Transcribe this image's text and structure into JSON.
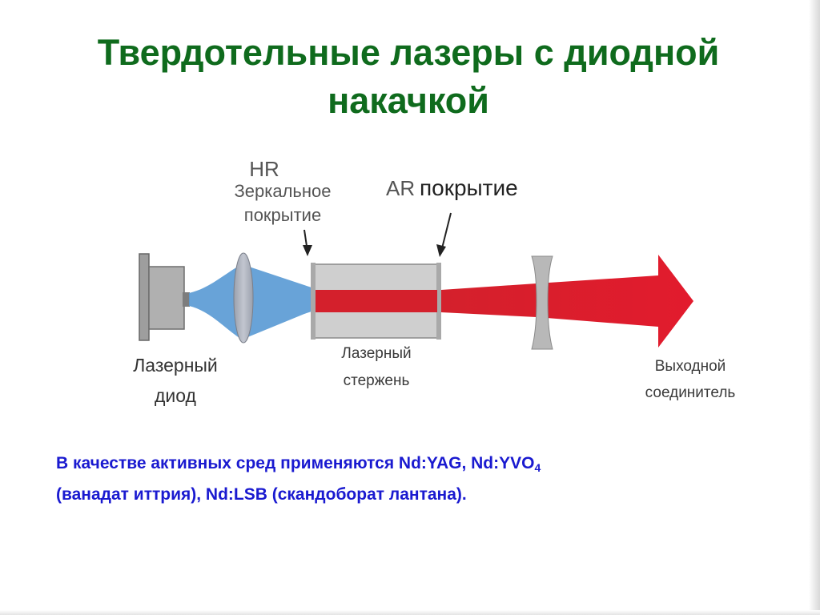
{
  "title": {
    "line1": "Твердотельные лазеры с диодной",
    "line2": "накачкой"
  },
  "diagram": {
    "hr_label": "HR",
    "mirror_coating_line1": "Зеркальное",
    "mirror_coating_line2": "покрытие",
    "ar_label": "AR",
    "ar_coating": "покрытие",
    "laser_diode_line1": "Лазерный",
    "laser_diode_line2": "диод",
    "laser_rod_line1": "Лазерный",
    "laser_rod_line2": "стержень",
    "output_line1": "Выходной",
    "output_line2": "соединитель"
  },
  "colors": {
    "title": "#0f6b1d",
    "note": "#1a1ad0",
    "pump_beam": "#5b9bd5",
    "laser_beam": "#d4202c",
    "rod": "#c9c9c9",
    "lens": "#a8adb8"
  },
  "note": {
    "text_before_sub": "В качестве активных сред применяются Nd:YAG, Nd:YVO",
    "subscript": "4",
    "line2": "(ванадат иттрия), Nd:LSB (скандоборат лантана)."
  }
}
